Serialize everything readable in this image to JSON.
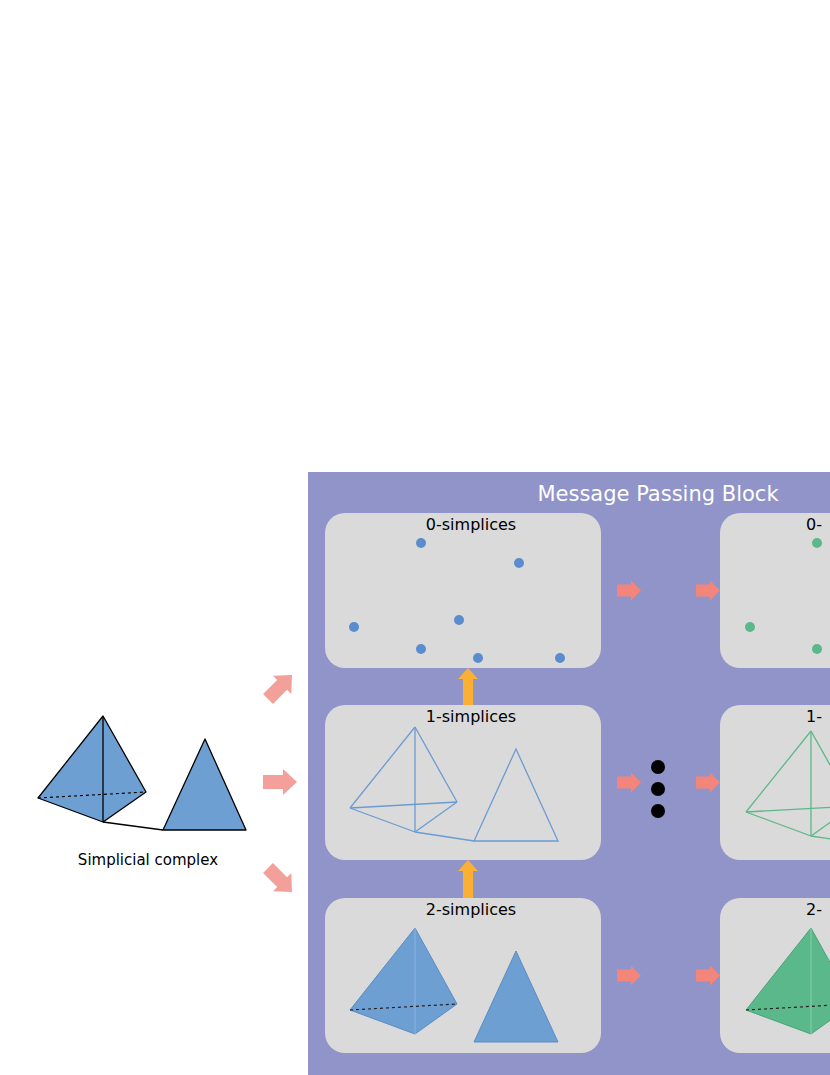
{
  "diagram": {
    "nodes": [
      {
        "text": [
          "Message Passing Block"
        ]
      },
      {
        "text": [
          "0-simplices"
        ],
        "in": 0
      },
      {
        "text": [
          "1-simplices"
        ],
        "in": 0
      },
      {
        "text": [
          "2-simplices"
        ],
        "in": 0
      },
      {
        "text": [
          "0-"
        ],
        "in": 0
      },
      {
        "text": [
          "1-"
        ],
        "in": 0
      },
      {
        "text": [
          "2-"
        ],
        "in": 0
      }
    ],
    "edges": [
      {
        "from": 3,
        "to": 2,
        "arrow": "to"
      },
      {
        "from": 2,
        "to": 1,
        "arrow": "to"
      },
      {
        "from": 1,
        "to": 4,
        "arrow": "to"
      },
      {
        "from": 2,
        "to": 5,
        "arrow": "to"
      },
      {
        "from": 3,
        "to": 6,
        "arrow": "to"
      }
    ],
    "labels": [
      "Simplicial complex"
    ]
  }
}
